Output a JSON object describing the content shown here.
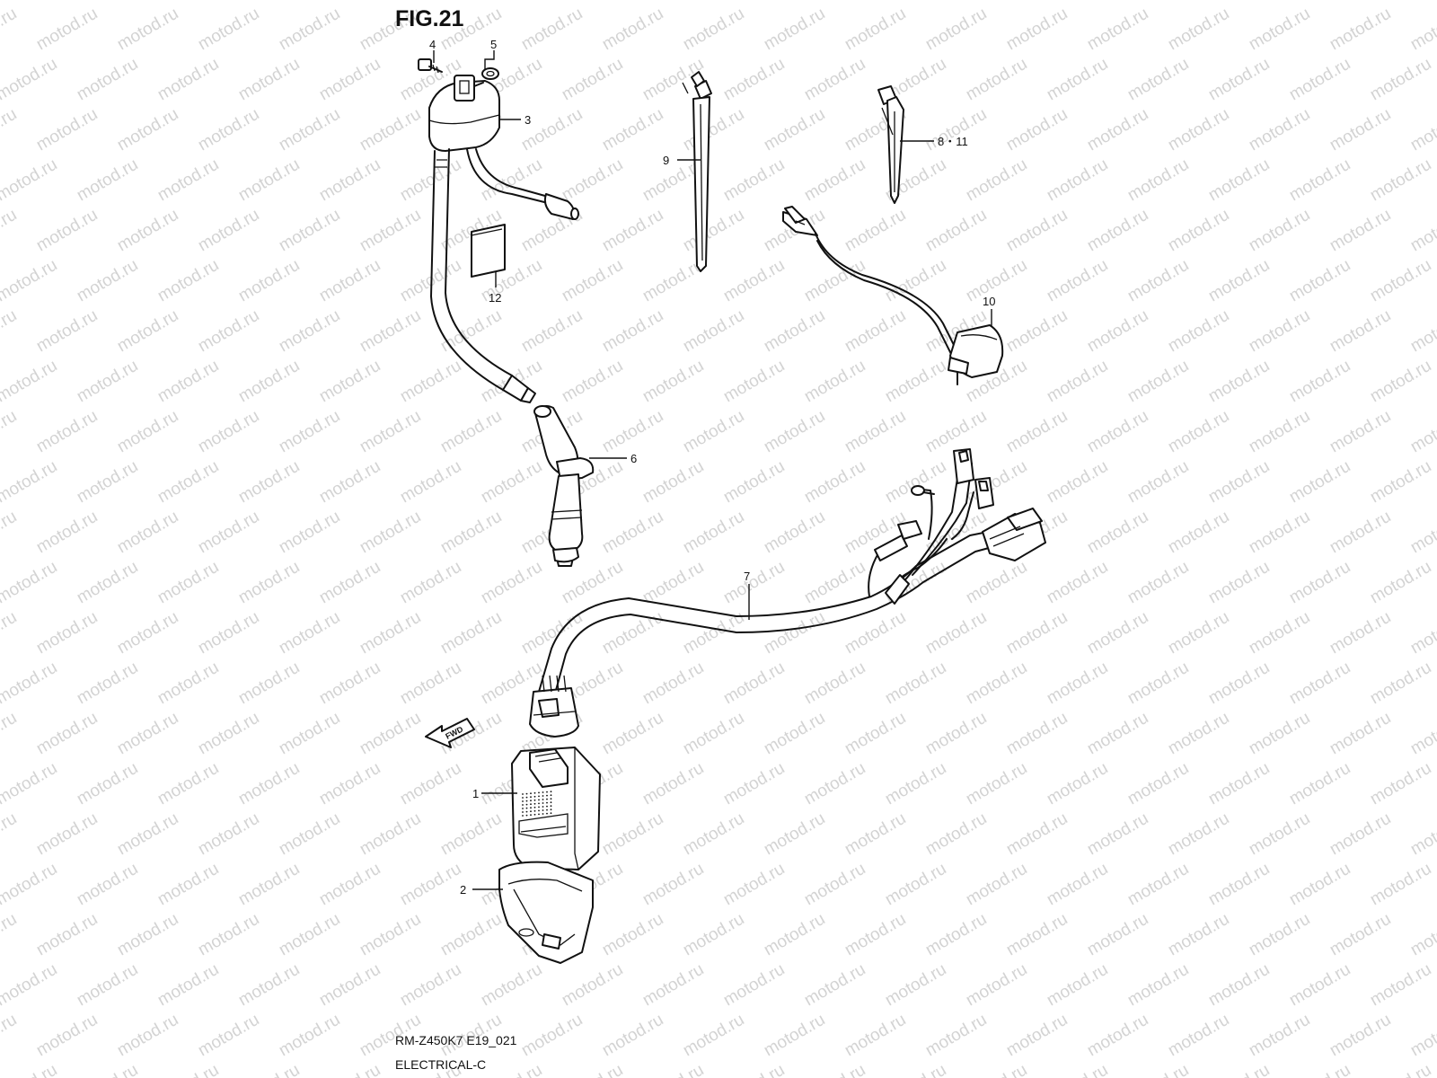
{
  "figure": {
    "title": "FIG.21",
    "footer_code": "RM-Z450K7 E19_021",
    "footer_section": "ELECTRICAL-C"
  },
  "watermark": {
    "text": "motod.ru"
  },
  "fwd_label": "FWD",
  "callouts": [
    {
      "id": "c4",
      "text": "4"
    },
    {
      "id": "c5",
      "text": "5"
    },
    {
      "id": "c3",
      "text": "3"
    },
    {
      "id": "c12",
      "text": "12"
    },
    {
      "id": "c9",
      "text": "9"
    },
    {
      "id": "c8-11",
      "text": "8・11"
    },
    {
      "id": "c10",
      "text": "10"
    },
    {
      "id": "c6",
      "text": "6"
    },
    {
      "id": "c7",
      "text": "7"
    },
    {
      "id": "c1",
      "text": "1"
    },
    {
      "id": "c2",
      "text": "2"
    }
  ]
}
